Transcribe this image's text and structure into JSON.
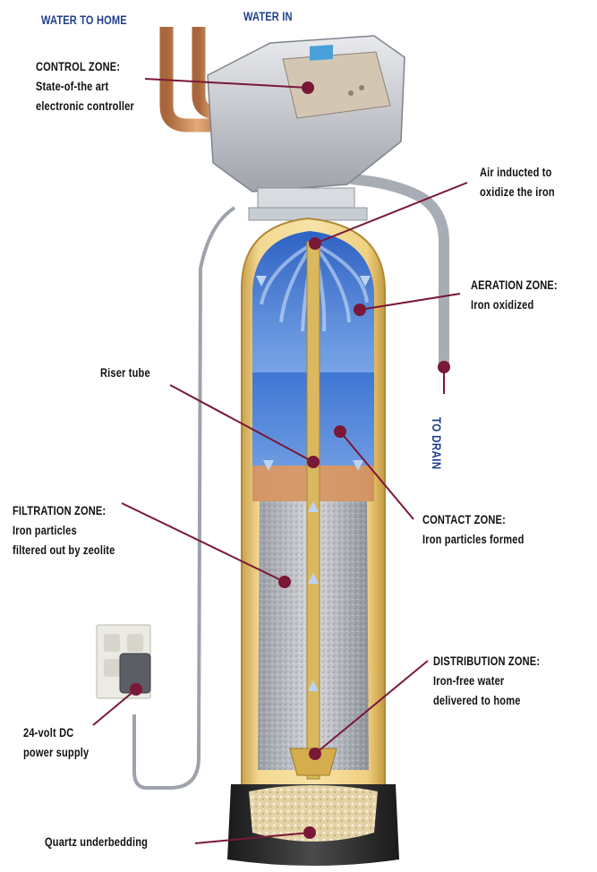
{
  "top_labels": {
    "water_to_home": "WATER TO HOME",
    "water_in": "WATER IN",
    "to_drain": "TO DRAIN"
  },
  "callouts": {
    "control_zone": {
      "title": "CONTROL ZONE:",
      "line2": "State-of-the art",
      "line3": "electronic controller"
    },
    "air_inducted": {
      "line1": "Air inducted to",
      "line2": "oxidize the iron"
    },
    "aeration_zone": {
      "title": "AERATION ZONE:",
      "line2": "Iron oxidized"
    },
    "riser_tube": {
      "line1": "Riser tube"
    },
    "contact_zone": {
      "title": "CONTACT ZONE:",
      "line2": "Iron particles formed"
    },
    "filtration_zone": {
      "title": "FILTRATION ZONE:",
      "line2": "Iron particles",
      "line3": "filtered out by zeolite"
    },
    "distribution_zone": {
      "title": "DISTRIBUTION ZONE:",
      "line2": "Iron-free water",
      "line3": "delivered to home"
    },
    "power_supply": {
      "line1": "24-volt DC",
      "line2": "power supply"
    },
    "quartz": {
      "line1": "Quartz underbedding"
    }
  },
  "colors": {
    "callout": "#7a1838",
    "label_blue": "#1f3f8c",
    "tank_shell": "#e9c774",
    "water_blue": "#6e9be0",
    "pipe_copper": "#c98a55",
    "base": "#2e2e2e"
  }
}
